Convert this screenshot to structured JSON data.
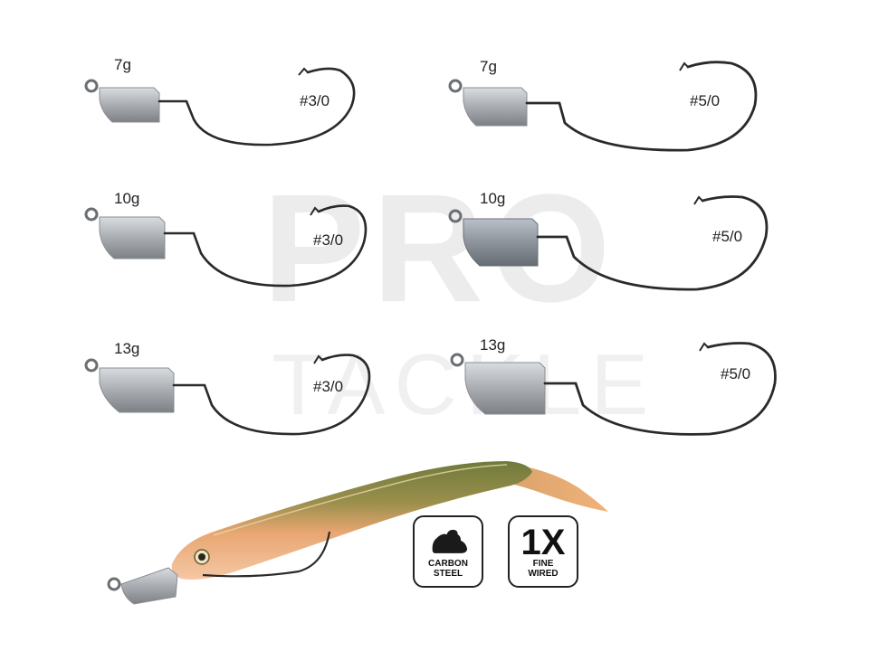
{
  "watermark": {
    "line1": "PRO",
    "line2": "TACKLE"
  },
  "jigs": [
    {
      "weight": "7g",
      "hook_size": "#3/0"
    },
    {
      "weight": "7g",
      "hook_size": "#5/0"
    },
    {
      "weight": "10g",
      "hook_size": "#3/0"
    },
    {
      "weight": "10g",
      "hook_size": "#5/0"
    },
    {
      "weight": "13g",
      "hook_size": "#3/0"
    },
    {
      "weight": "13g",
      "hook_size": "#5/0"
    }
  ],
  "badges": {
    "carbon": {
      "icon": "flexed-arm-icon",
      "line1": "CARBON",
      "line2": "STEEL"
    },
    "fine": {
      "big": "1X",
      "line1": "FINE",
      "line2": "WIRED"
    }
  }
}
